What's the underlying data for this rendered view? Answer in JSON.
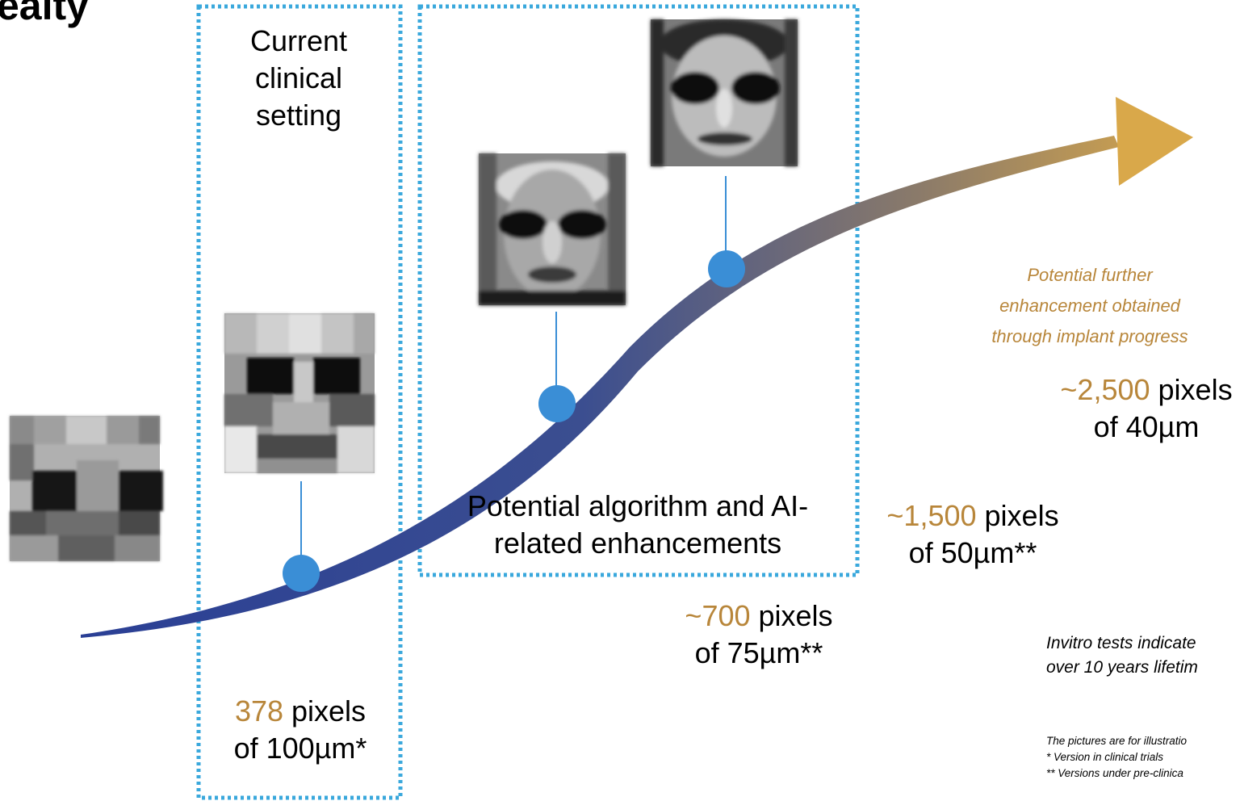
{
  "slide": {
    "title_fragment": "ealty",
    "clinical_box": [
      "Current",
      "clinical",
      "setting"
    ],
    "algorithm_box": [
      "Potential algorithm and AI-",
      "related enhancements"
    ],
    "further_note": [
      "Potential further",
      "enhancement obtained",
      "through implant progress"
    ],
    "milestones": [
      {
        "count": "378",
        "unit": " pixels",
        "size": "of 100µm*"
      },
      {
        "count": "~700",
        "unit": " pixels",
        "size": "of 75µm**"
      },
      {
        "count": "~1,500",
        "unit": " pixels",
        "size": "of 50µm**"
      },
      {
        "count": "~2,500",
        "unit": " pixels",
        "size": "of 40µm"
      }
    ],
    "invitro_note": [
      "Invitro tests indicate",
      "over 10 years lifetim"
    ],
    "footnotes": [
      "The pictures are for illustratio",
      "* Version in clinical trials",
      "** Versions under pre-clinica"
    ],
    "images": [
      {
        "alt": "low resolution face simulation"
      },
      {
        "alt": "current implant face simulation"
      },
      {
        "alt": "algorithm enhanced face simulation"
      },
      {
        "alt": "AI enhanced face simulation"
      }
    ]
  },
  "colors": {
    "accent_gold": "#b8863a",
    "dotted_box": "#3aa8dc",
    "marker_blue": "#3a8ed6",
    "curve_start": "#2a3f95",
    "curve_end": "#d9a84a"
  }
}
